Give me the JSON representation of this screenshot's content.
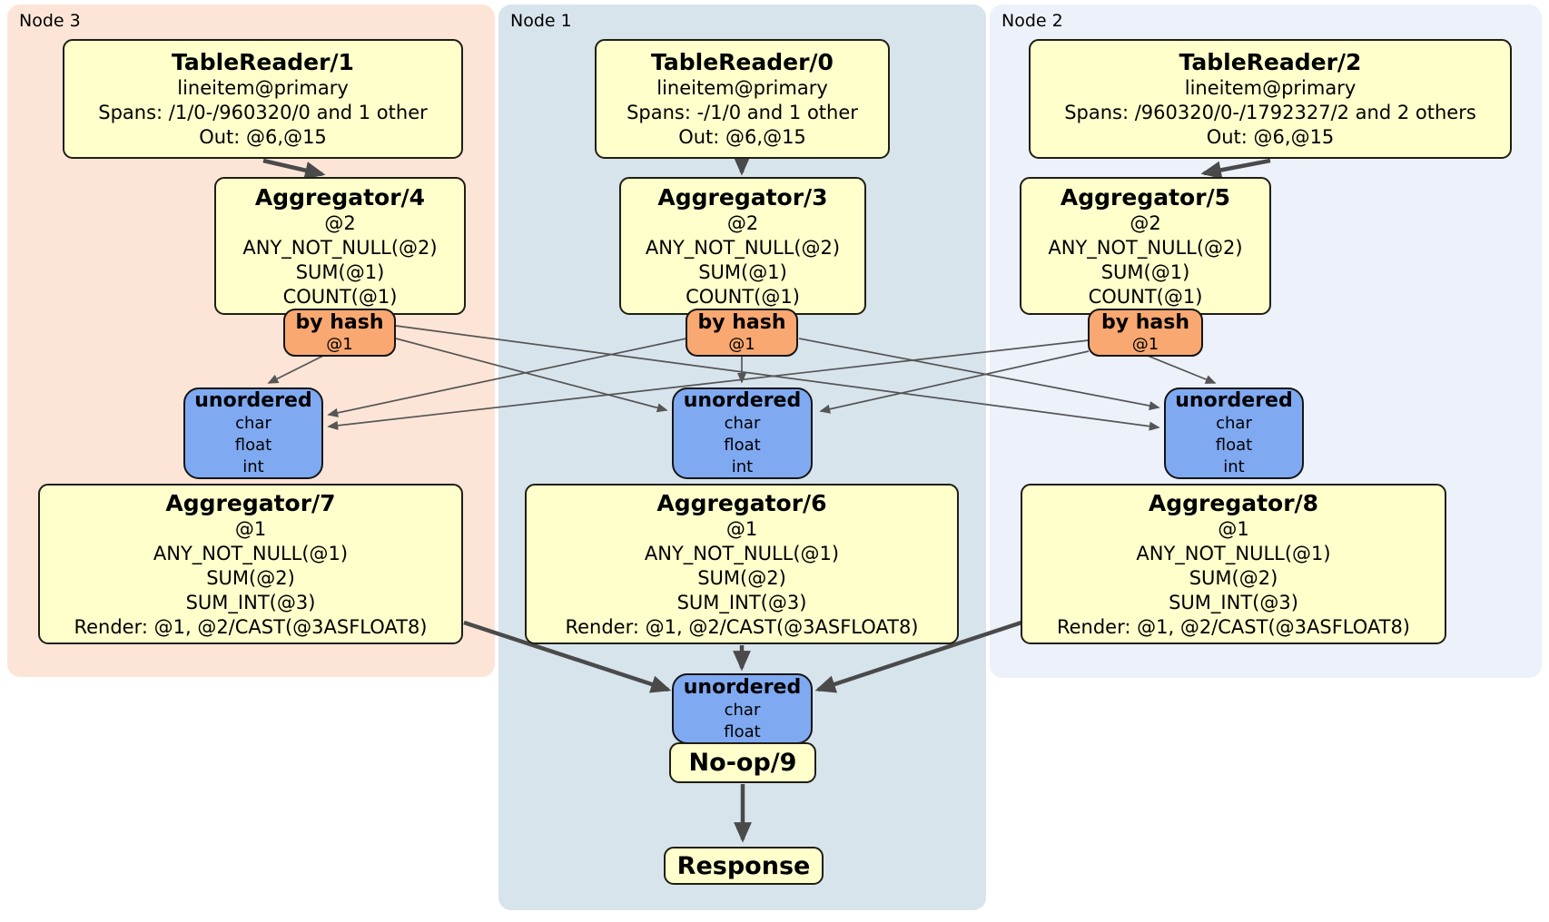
{
  "colors": {
    "node3_bg": "#fce5d7",
    "node1_bg": "#d8e4ec",
    "node2_bg": "#ecf1fa",
    "processor_fill": "#ffffcc",
    "router_fill": "#f9a871",
    "sync_fill": "#7fa9f1",
    "edge": "#4a4a4a"
  },
  "node3": {
    "label": "Node 3",
    "table_reader": {
      "title": "TableReader/1",
      "lines": [
        "lineitem@primary",
        "Spans: /1/0-/960320/0 and 1 other",
        "Out: @6,@15"
      ]
    },
    "aggregator_top": {
      "title": "Aggregator/4",
      "lines": [
        "@2",
        "ANY_NOT_NULL(@2)",
        "SUM(@1)",
        "COUNT(@1)"
      ]
    },
    "router": {
      "title": "by hash",
      "detail": "@1"
    },
    "sync": {
      "title": "unordered",
      "lines": [
        "char",
        "float",
        "int"
      ]
    },
    "aggregator_bottom": {
      "title": "Aggregator/7",
      "lines": [
        "@1",
        "ANY_NOT_NULL(@1)",
        "SUM(@2)",
        "SUM_INT(@3)",
        "Render: @1, @2/CAST(@3ASFLOAT8)"
      ]
    }
  },
  "node1": {
    "label": "Node 1",
    "table_reader": {
      "title": "TableReader/0",
      "lines": [
        "lineitem@primary",
        "Spans: -/1/0 and 1 other",
        "Out: @6,@15"
      ]
    },
    "aggregator_top": {
      "title": "Aggregator/3",
      "lines": [
        "@2",
        "ANY_NOT_NULL(@2)",
        "SUM(@1)",
        "COUNT(@1)"
      ]
    },
    "router": {
      "title": "by hash",
      "detail": "@1"
    },
    "sync": {
      "title": "unordered",
      "lines": [
        "char",
        "float",
        "int"
      ]
    },
    "aggregator_bottom": {
      "title": "Aggregator/6",
      "lines": [
        "@1",
        "ANY_NOT_NULL(@1)",
        "SUM(@2)",
        "SUM_INT(@3)",
        "Render: @1, @2/CAST(@3ASFLOAT8)"
      ]
    },
    "final_sync": {
      "title": "unordered",
      "lines": [
        "char",
        "float"
      ]
    },
    "noop_title": "No-op/9",
    "response_title": "Response"
  },
  "node2": {
    "label": "Node 2",
    "table_reader": {
      "title": "TableReader/2",
      "lines": [
        "lineitem@primary",
        "Spans: /960320/0-/1792327/2 and 2 others",
        "Out: @6,@15"
      ]
    },
    "aggregator_top": {
      "title": "Aggregator/5",
      "lines": [
        "@2",
        "ANY_NOT_NULL(@2)",
        "SUM(@1)",
        "COUNT(@1)"
      ]
    },
    "router": {
      "title": "by hash",
      "detail": "@1"
    },
    "sync": {
      "title": "unordered",
      "lines": [
        "char",
        "float",
        "int"
      ]
    },
    "aggregator_bottom": {
      "title": "Aggregator/8",
      "lines": [
        "@1",
        "ANY_NOT_NULL(@1)",
        "SUM(@2)",
        "SUM_INT(@3)",
        "Render: @1, @2/CAST(@3ASFLOAT8)"
      ]
    }
  }
}
